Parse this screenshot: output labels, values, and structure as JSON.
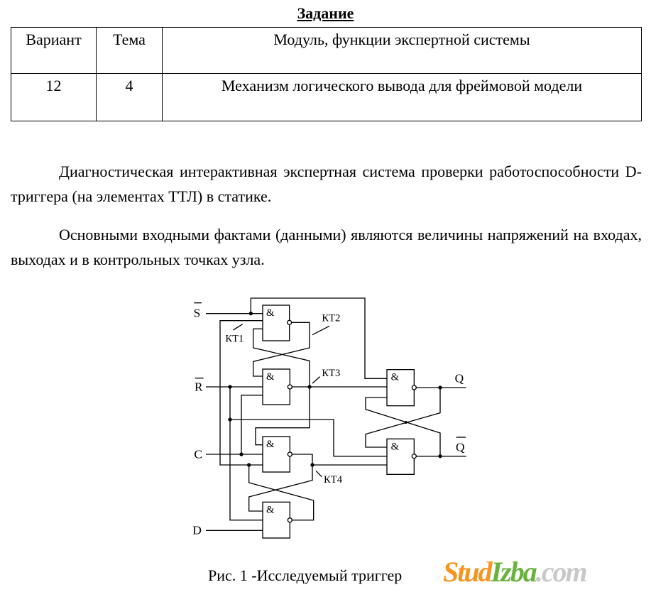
{
  "title": "Задание",
  "table": {
    "headers": [
      "Вариант",
      "Тема",
      "Модуль, функции экспертной системы"
    ],
    "rows": [
      [
        "12",
        "4",
        "Механизм логического вывода для фреймовой модели"
      ]
    ]
  },
  "paragraphs": [
    "Диагностическая интерактивная экспертная система проверки работоспособности D- триггера (на элементах ТТЛ) в статике.",
    "Основными входными фактами (данными) являются величины напряжений на входах, выходах и в контрольных точках узла."
  ],
  "figure": {
    "inputs": {
      "s": "S",
      "r": "R",
      "c": "C",
      "d": "D"
    },
    "outputs": {
      "q": "Q",
      "nq": "Q"
    },
    "gate_symbol": "&",
    "test_points": [
      "КТ1",
      "КТ2",
      "КТ3",
      "КТ4"
    ],
    "caption": "Рис. 1 -Исследуемый триггер"
  },
  "watermark": {
    "part1": "Stud",
    "part2": "Izba",
    "part3": ".com",
    "colors": [
      "#f7931e",
      "#6ab23e",
      "#c8c8c8"
    ]
  }
}
